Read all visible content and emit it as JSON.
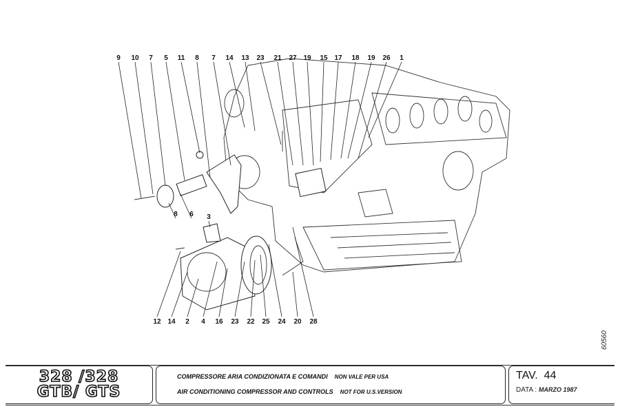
{
  "callouts": {
    "top": [
      "9",
      "10",
      "7",
      "5",
      "11",
      "8",
      "7",
      "14",
      "13",
      "23",
      "21",
      "27",
      "19",
      "15",
      "17",
      "18",
      "19",
      "26",
      "1"
    ],
    "middle": [
      "8",
      "6",
      "3"
    ],
    "bottom": [
      "12",
      "14",
      "2",
      "4",
      "16",
      "23",
      "22",
      "25",
      "24",
      "20",
      "28"
    ]
  },
  "sheet_number": "60560",
  "title_block": {
    "model_line1": "328 /328",
    "model_line2": "GTB/ GTS",
    "title_it": "COMPRESSORE ARIA CONDIZIONATA E COMANDI",
    "note_it": "NON VALE PER USA",
    "title_en": "AIR CONDITIONING COMPRESSOR AND CONTROLS",
    "note_en": "NOT FOR U.S.VERSION",
    "tav_label": "TAV.",
    "tav_number": "44",
    "date_label": "DATA :",
    "date_value": "MARZO 1987"
  }
}
